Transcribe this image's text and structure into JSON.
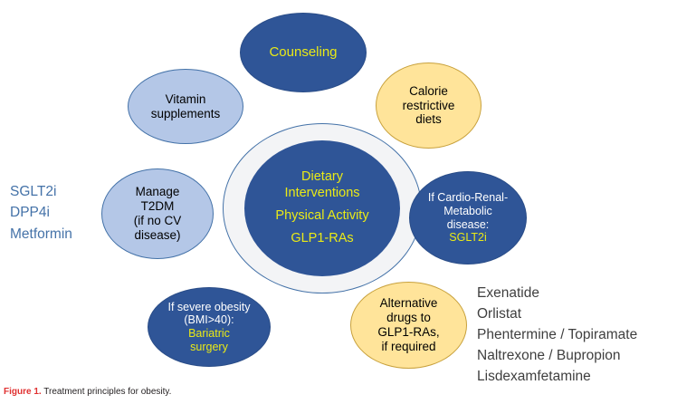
{
  "figure": {
    "caption_number": "Figure 1.",
    "caption_text": " Treatment principles for obesity."
  },
  "colors": {
    "dark_blue": "#2F5597",
    "light_blue": "#B4C7E7",
    "light_yellow": "#FFE49A",
    "yellow_text": "#EAEA16",
    "ring_gray": "#F3F4F6",
    "left_label_blue": "#4472A8",
    "right_label_gray": "#3F3F3F",
    "caption_red": "#E03030"
  },
  "center": {
    "lines": [
      "Dietary",
      "Interventions",
      "Physical Activity",
      "GLP1-RAs"
    ],
    "line1": "Dietary",
    "line2": "Interventions",
    "line3": "Physical Activity",
    "line4": "GLP1-RAs"
  },
  "nodes": {
    "counseling": {
      "line1": "Counseling"
    },
    "vitamin": {
      "line1": "Vitamin",
      "line2": "supplements"
    },
    "calorie": {
      "line1": "Calorie",
      "line2": "restrictive",
      "line3": "diets"
    },
    "manage_t2dm": {
      "line1": "Manage",
      "line2": "T2DM",
      "line3": "(if no CV",
      "line4": "disease)"
    },
    "cardio_renal": {
      "line1": "If Cardio-Renal-",
      "line2": "Metabolic",
      "line3": "disease:",
      "line4": "SGLT2i"
    },
    "bariatric": {
      "line1": "If severe obesity",
      "line2": "(BMI>40):",
      "line3": "Bariatric",
      "line4": "surgery"
    },
    "alternative": {
      "line1": "Alternative",
      "line2": "drugs to",
      "line3": "GLP1-RAs,",
      "line4": "if required"
    }
  },
  "left_drug_list": {
    "item1": "SGLT2i",
    "item2": "DPP4i",
    "item3": "Metformin"
  },
  "right_drug_list": {
    "item1": "Exenatide",
    "item2": "Orlistat",
    "item3": "Phentermine / Topiramate",
    "item4": "Naltrexone / Bupropion",
    "item5": "Lisdexamfetamine"
  }
}
